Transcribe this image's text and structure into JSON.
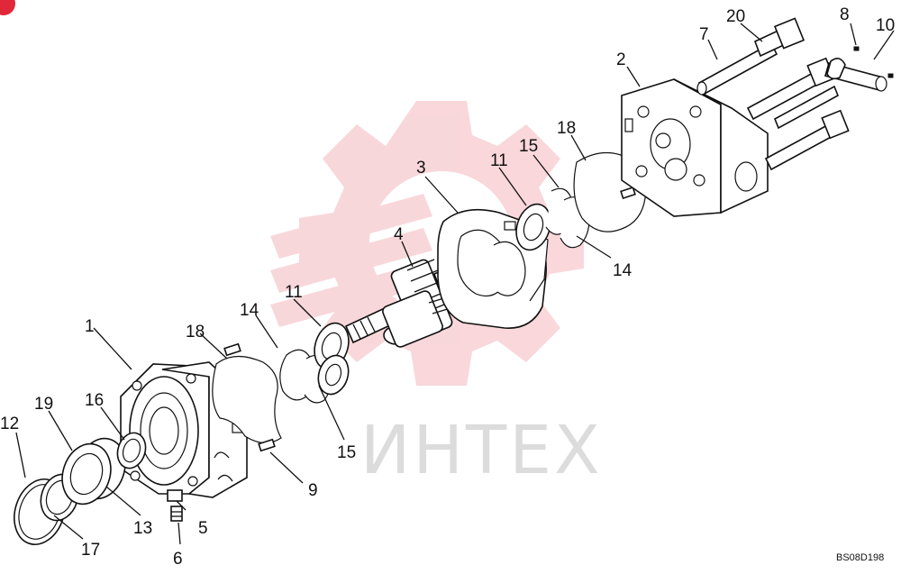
{
  "diagram": {
    "watermark_text": "ИНТЕХ",
    "drawing_code": "BS08D198",
    "corner_badge_color": "#e0283a",
    "watermark_color": "#f4b7bc",
    "part_labels": [
      "1",
      "2",
      "3",
      "4",
      "5",
      "6",
      "7",
      "8",
      "9",
      "10",
      "11",
      "11",
      "12",
      "13",
      "14",
      "14",
      "15",
      "15",
      "16",
      "17",
      "18",
      "18",
      "19",
      "20"
    ]
  }
}
